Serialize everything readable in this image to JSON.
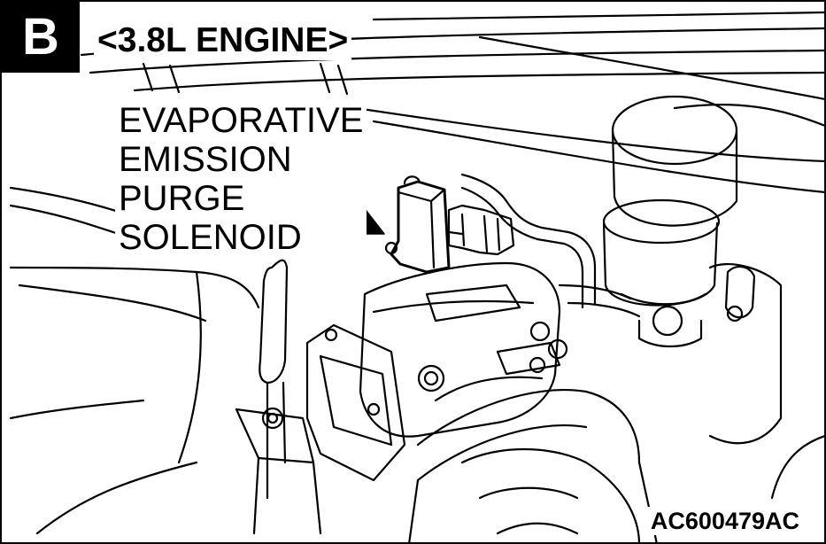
{
  "figure": {
    "badge_letter": "B",
    "engine_label": "<3.8L ENGINE>",
    "callout": {
      "lines": [
        "EVAPORATIVE",
        "EMISSION",
        "PURGE",
        "SOLENOID"
      ]
    },
    "figure_code": "AC600479AC"
  },
  "colors": {
    "line": "#000000",
    "background": "#ffffff",
    "badge_fill": "#000000",
    "badge_text": "#ffffff"
  }
}
